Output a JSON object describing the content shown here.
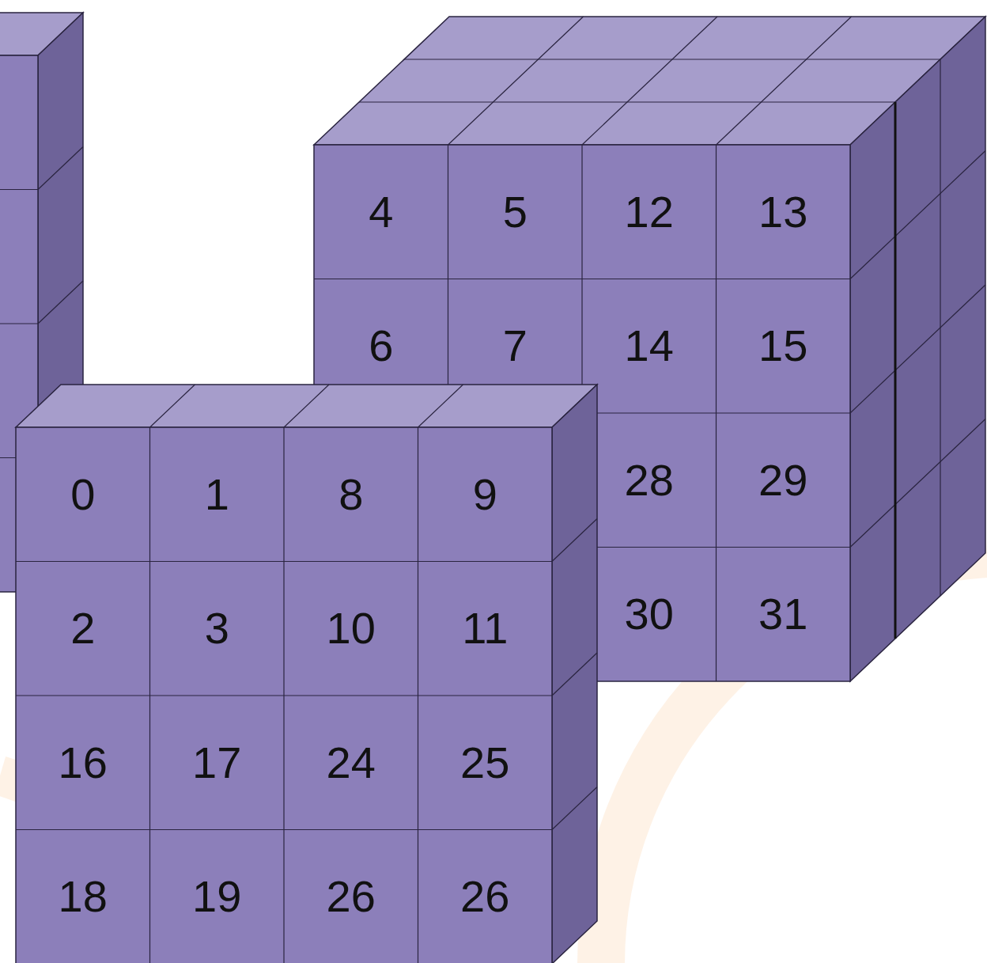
{
  "diagram": {
    "nodes": [
      {
        "text": [
          "4"
        ]
      },
      {
        "text": [
          "5"
        ]
      },
      {
        "text": [
          "12"
        ]
      },
      {
        "text": [
          "13"
        ]
      },
      {
        "text": [
          "6"
        ]
      },
      {
        "text": [
          "7"
        ]
      },
      {
        "text": [
          "14"
        ]
      },
      {
        "text": [
          "15"
        ]
      },
      {
        "text": [
          "0"
        ]
      },
      {
        "text": [
          "1"
        ]
      },
      {
        "text": [
          "8"
        ]
      },
      {
        "text": [
          "9"
        ]
      },
      {
        "text": [
          "28"
        ]
      },
      {
        "text": [
          "29"
        ]
      },
      {
        "text": [
          "2"
        ]
      },
      {
        "text": [
          "3"
        ]
      },
      {
        "text": [
          "10"
        ]
      },
      {
        "text": [
          "11"
        ]
      },
      {
        "text": [
          "30"
        ]
      },
      {
        "text": [
          "31"
        ]
      },
      {
        "text": [
          "16"
        ]
      },
      {
        "text": [
          "17"
        ]
      },
      {
        "text": [
          "24"
        ]
      },
      {
        "text": [
          "25"
        ]
      },
      {
        "text": [
          "18"
        ]
      },
      {
        "text": [
          "19"
        ]
      },
      {
        "text": [
          "26"
        ]
      },
      {
        "text": [
          "26"
        ]
      }
    ]
  }
}
